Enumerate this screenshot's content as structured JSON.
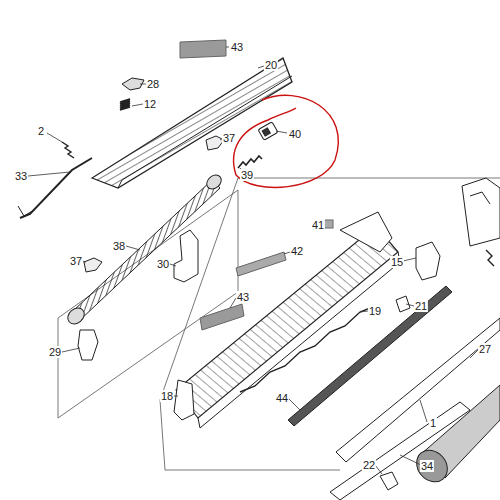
{
  "diagram": {
    "labels": [
      "43",
      "28",
      "20",
      "12",
      "2",
      "37",
      "40",
      "39",
      "33",
      "38",
      "41",
      "42",
      "15",
      "37",
      "30",
      "21",
      "43",
      "19",
      "27",
      "29",
      "18",
      "44",
      "1",
      "34",
      "22"
    ]
  }
}
